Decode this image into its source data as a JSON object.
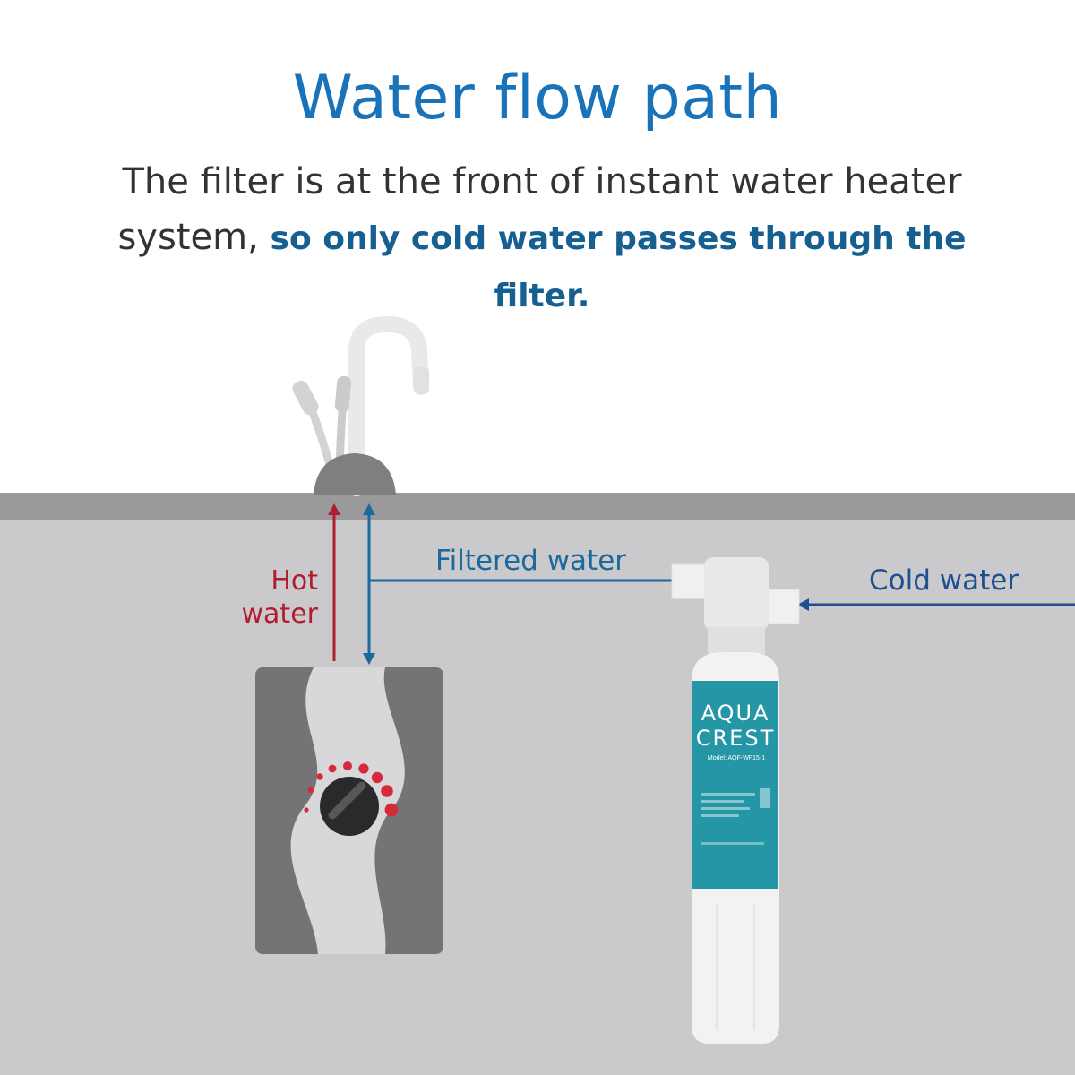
{
  "title": "Water flow path",
  "subtitle": {
    "part1": "The filter is at the front of instant water heater system,",
    "highlight": "so only cold water passes through the filter."
  },
  "labels": {
    "hot_line1": "Hot",
    "hot_line2": "water",
    "filtered": "Filtered water",
    "cold": "Cold water"
  },
  "filter_cartridge": {
    "brand_line1": "AQUA",
    "brand_line2": "CREST",
    "model": "Model: AQF-WF15-1"
  },
  "colors": {
    "hot": "#b01e2e",
    "filtered": "#1b6a9c",
    "cold": "#1e4f91",
    "title": "#1a73b8"
  }
}
